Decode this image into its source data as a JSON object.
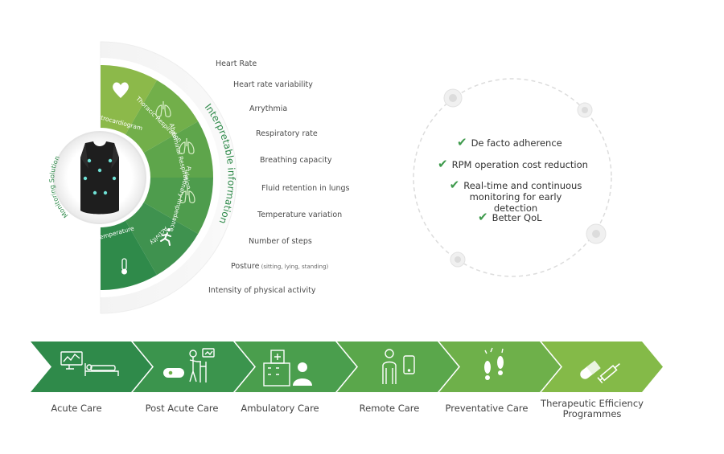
{
  "monitoring": {
    "title": "Monitoring Solution",
    "segments": [
      {
        "label": "Electrocardiogram",
        "icon": "heart-icon"
      },
      {
        "label": "Thoracic Respiration",
        "icon": "lungs-icon"
      },
      {
        "label": "Abdominal Respiration",
        "icon": "lungs-icon"
      },
      {
        "label": "Pulmonary Impedance",
        "icon": "lungs-icon"
      },
      {
        "label": "Activity",
        "icon": "running-icon"
      },
      {
        "label": "Temperature",
        "icon": "thermometer-icon"
      }
    ],
    "colors": [
      "#8cb94a",
      "#72af4a",
      "#5ea54b",
      "#4e9c4d",
      "#3f924f",
      "#2f8a4a"
    ]
  },
  "interpretable": {
    "title": "Interpretable information",
    "items": [
      {
        "text": "Heart Rate"
      },
      {
        "text": "Heart rate variability"
      },
      {
        "text": "Arrythmia"
      },
      {
        "text": "Respiratory rate"
      },
      {
        "text": "Breathing capacity"
      },
      {
        "text": "Fluid retention in lungs"
      },
      {
        "text": "Temperature variation"
      },
      {
        "text": "Number of steps"
      },
      {
        "text": "Posture",
        "note": "(sitting, lying, standing)"
      },
      {
        "text": "Intensity of physical activity"
      }
    ]
  },
  "benefits": [
    {
      "text": "De facto adherence"
    },
    {
      "text": "RPM operation cost reduction"
    },
    {
      "text": "Real-time and continuous monitoring for early detection"
    },
    {
      "text": "Better QoL"
    }
  ],
  "care_pathway": {
    "colors": [
      "#2f8a4a",
      "#3b944d",
      "#4a9e4d",
      "#5aa74b",
      "#6eb04a",
      "#84ba48"
    ],
    "stages": [
      {
        "label": "Acute Care",
        "icon": "hospital-bed-monitor-icon"
      },
      {
        "label": "Post Acute Care",
        "icon": "walker-patient-icon"
      },
      {
        "label": "Ambulatory Care",
        "icon": "clinic-doctor-icon"
      },
      {
        "label": "Remote Care",
        "icon": "remote-phone-icon"
      },
      {
        "label": "Preventative Care",
        "icon": "footsteps-icon"
      },
      {
        "label": "Therapeutic Efficiency Programmes",
        "icon": "pill-syringe-icon"
      }
    ]
  }
}
